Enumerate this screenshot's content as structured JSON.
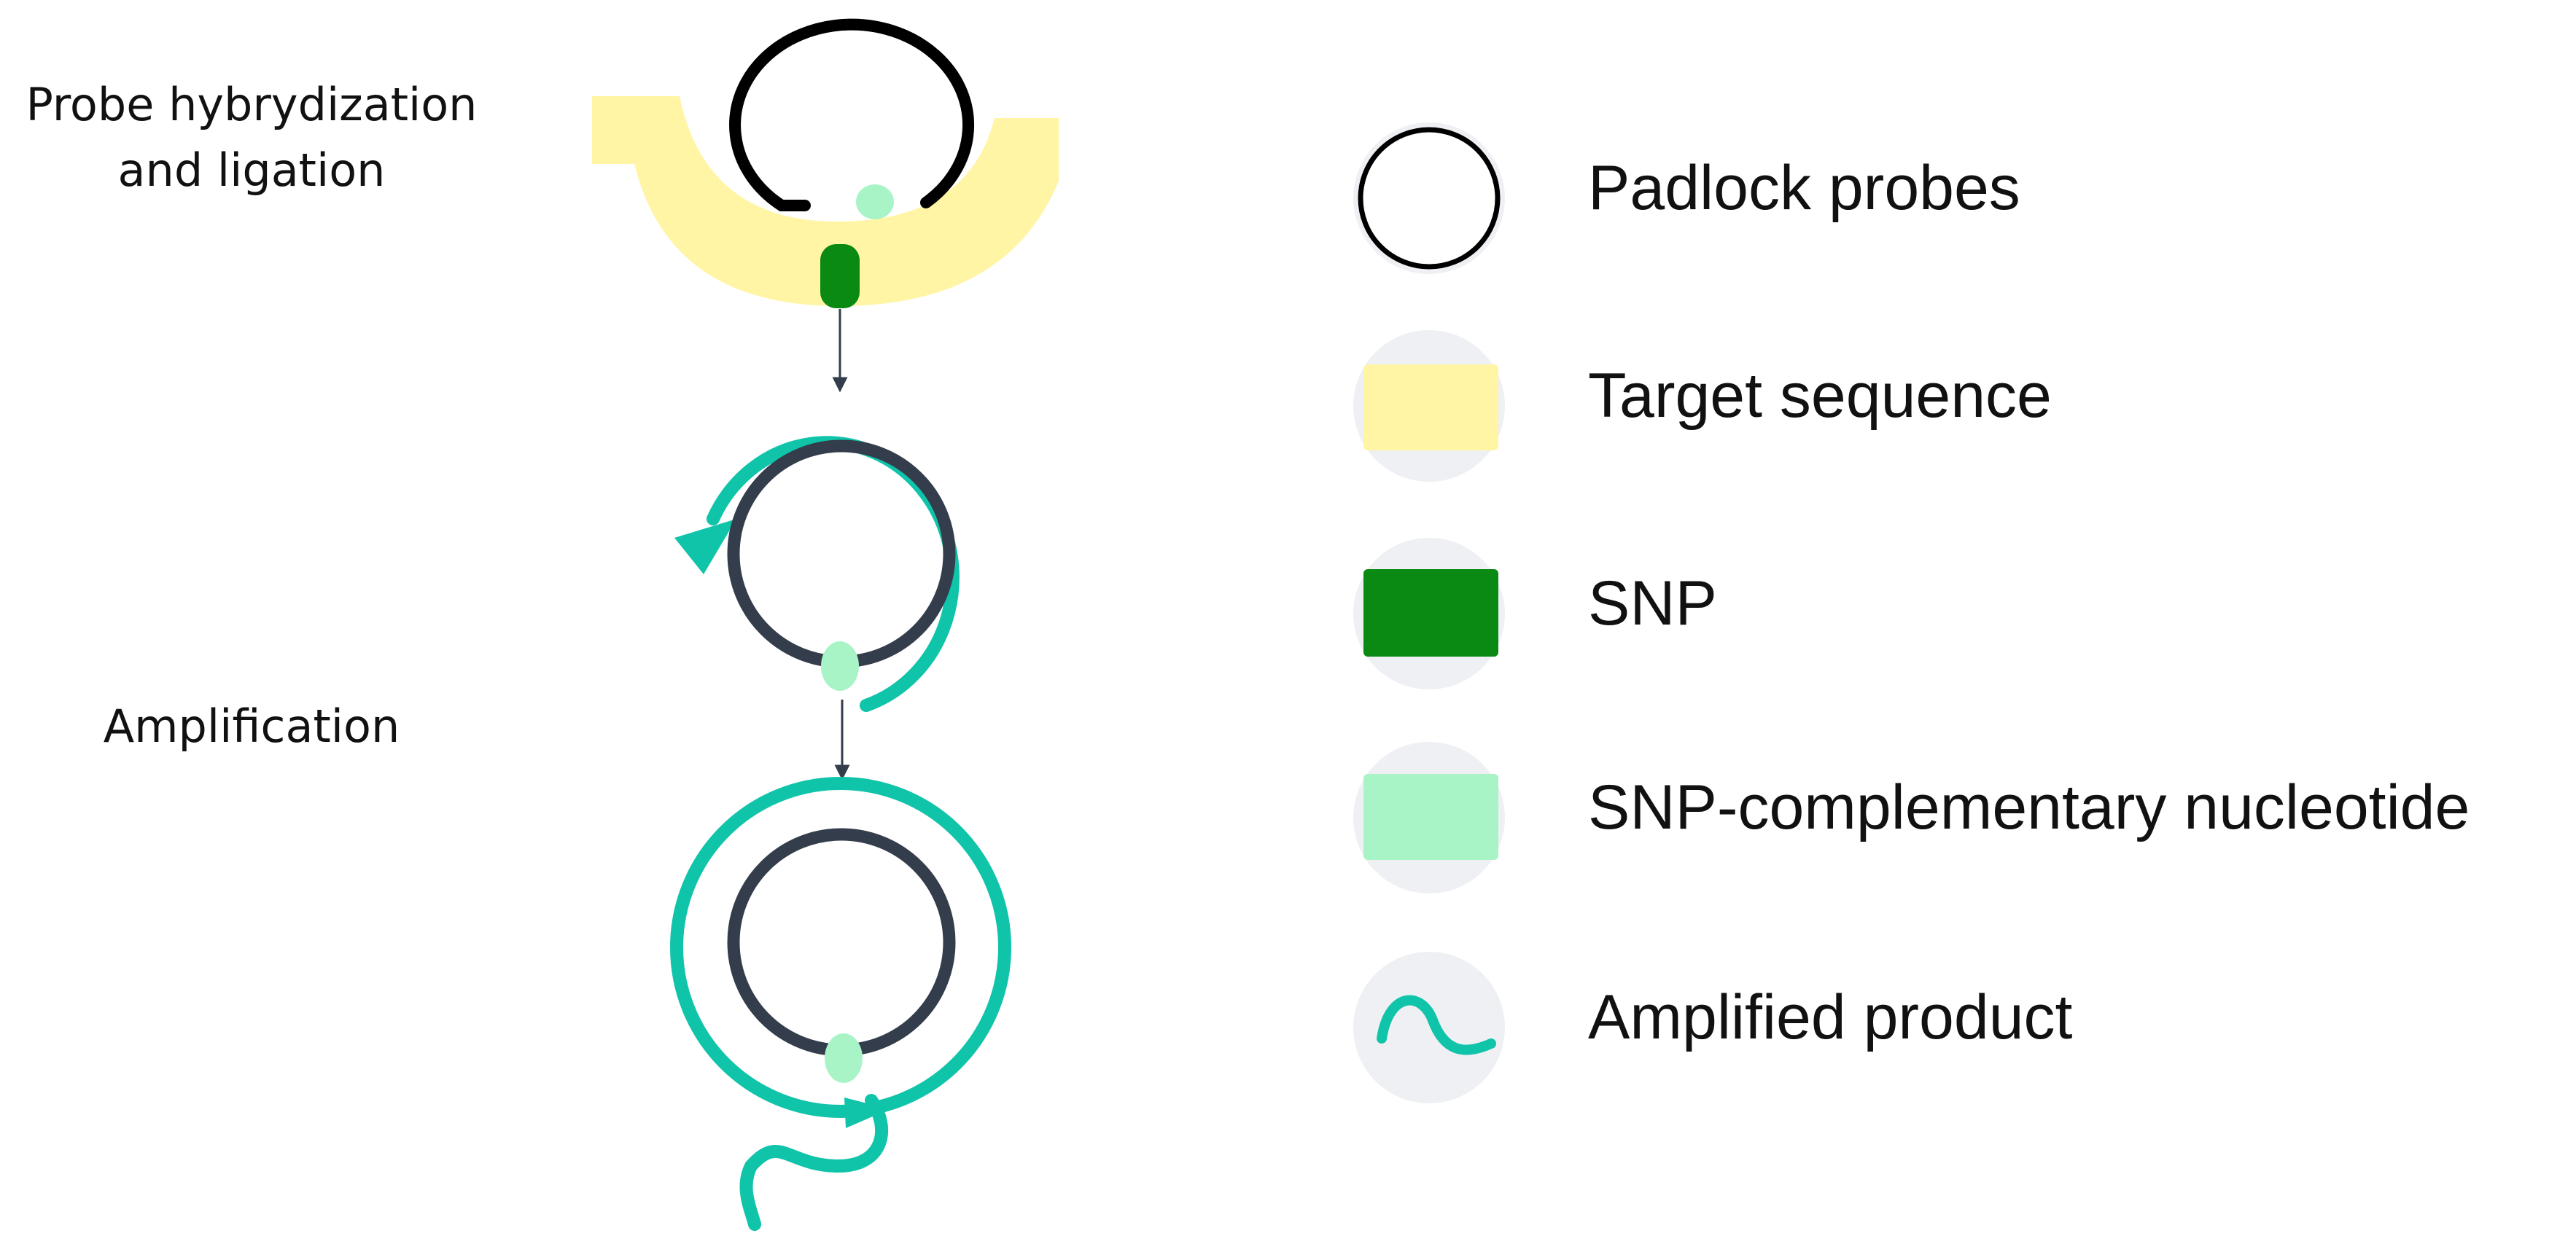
{
  "steps": {
    "hybridization_line1": "Probe hybrydization",
    "hybridization_line2": "and ligation",
    "amplification": "Amplification"
  },
  "legend": [
    {
      "key": "padlock",
      "label": "Padlock probes"
    },
    {
      "key": "target",
      "label": "Target sequence"
    },
    {
      "key": "snp",
      "label": "SNP"
    },
    {
      "key": "snp_comp",
      "label": "SNP-complementary nucleotide"
    },
    {
      "key": "amplified",
      "label": "Amplified product"
    }
  ],
  "colors": {
    "padlock": "#000000",
    "padlock_dark": "#343d4b",
    "target": "#fff5a5",
    "snp": "#0a8a12",
    "snp_comp": "#a8f4c7",
    "amplified": "#10c4aa",
    "arrow": "#343d4b",
    "legend_bg": "#eef0f3"
  }
}
